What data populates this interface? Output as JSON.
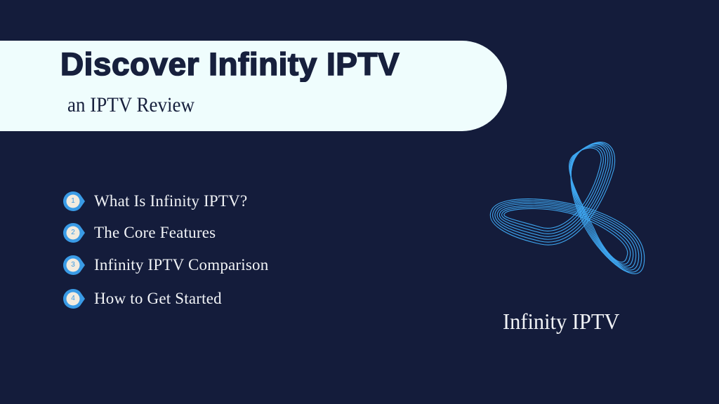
{
  "header": {
    "title": "Discover Infinity IPTV",
    "subtitle": "an IPTV Review"
  },
  "toc": {
    "items": [
      {
        "number": "1",
        "label": "What Is Infinity IPTV?"
      },
      {
        "number": "2",
        "label": "The Core Features"
      },
      {
        "number": "3",
        "label": "Infinity IPTV Comparison"
      },
      {
        "number": "4",
        "label": "How to Get Started"
      }
    ]
  },
  "logo": {
    "icon": "infinity-ribbon-logo-icon",
    "brand_name": "Infinity IPTV"
  },
  "colors": {
    "background": "#141c3b",
    "banner": "#effdfd",
    "title_text": "#17203d",
    "accent_blue": "#3a9be6",
    "badge_fill": "#f3ebde",
    "light_text": "#f1f3f6"
  }
}
